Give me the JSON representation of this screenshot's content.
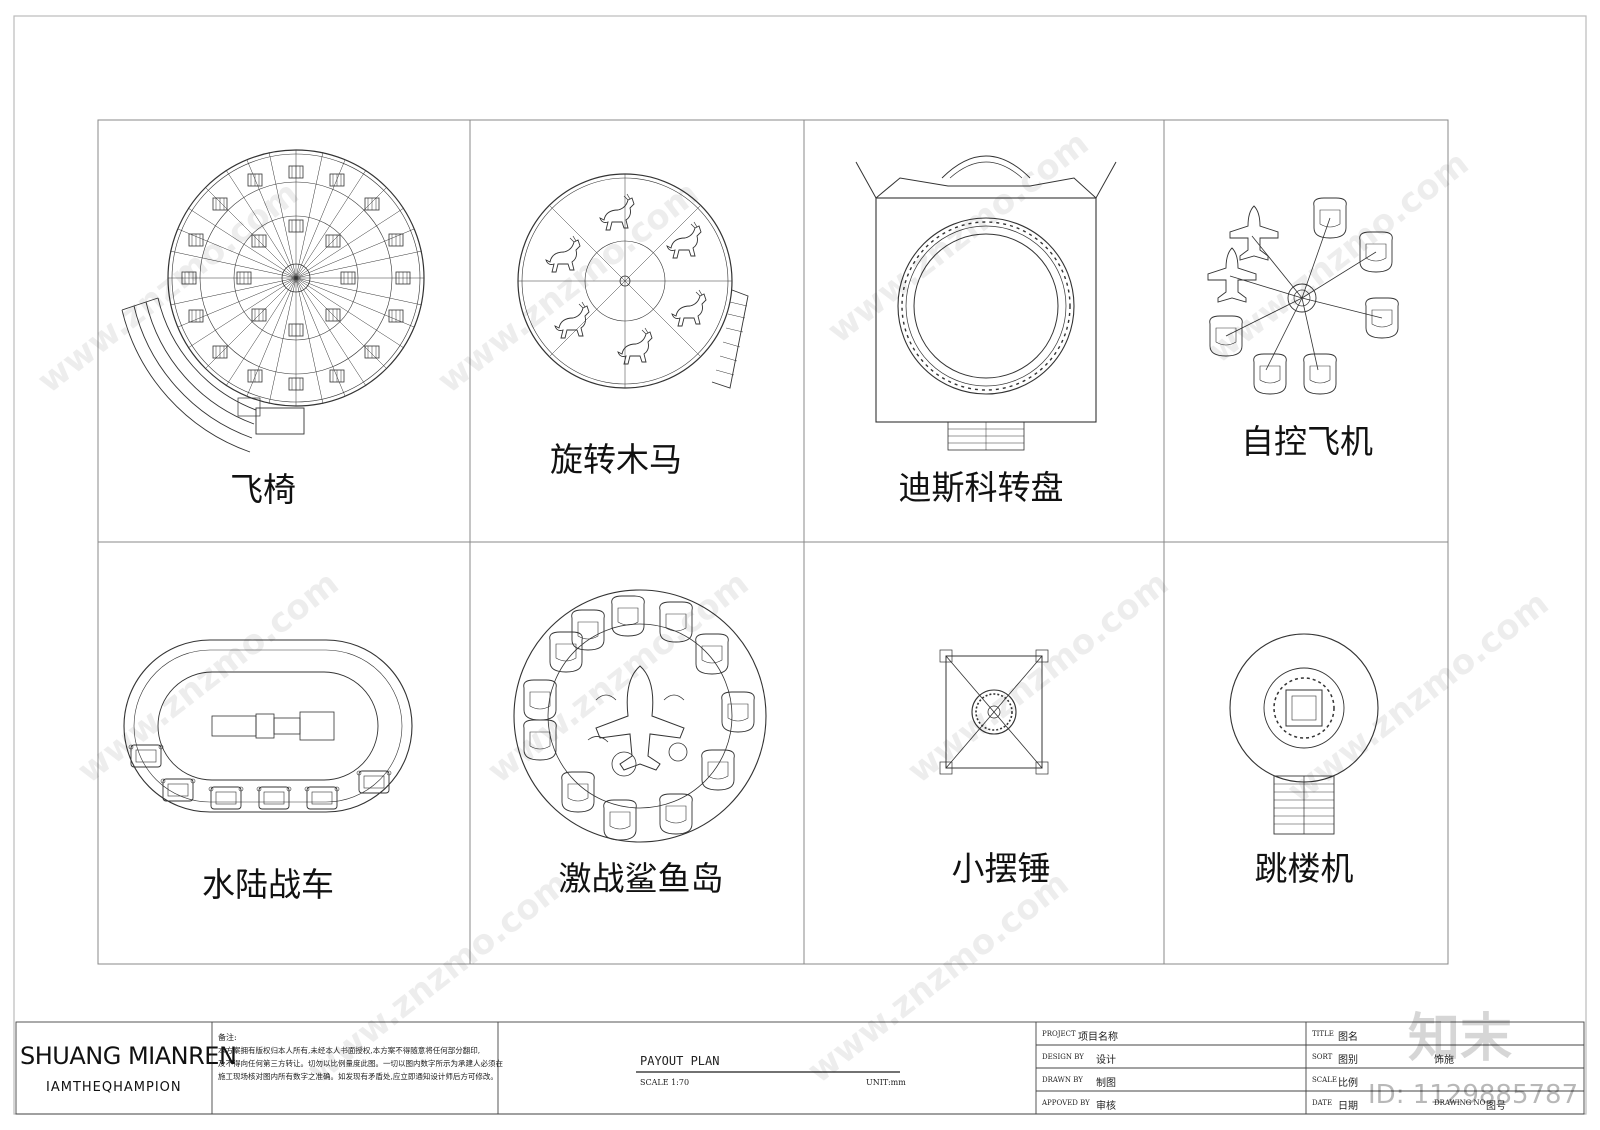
{
  "rides": {
    "r1": "飞椅",
    "r2": "旋转木马",
    "r3": "迪斯科转盘",
    "r4": "自控飞机",
    "r5": "水陆战车",
    "r6": "激战鲨鱼岛",
    "r7": "小摆锤",
    "r8": "跳楼机"
  },
  "title_block": {
    "brand": "SHUANG MIANREN",
    "brand_sub": "IAMTHEQHAMPION",
    "note_label": "备注:",
    "note_l1": "本方案拥有版权归本人所有,未经本人书面授权,本方案不得随意将任何部分翻印,",
    "note_l2": "及不得向任何第三方转让。切勿以比例量度此图。一切以图内数字所示为承建人必须在",
    "note_l3": "施工现场核对图内所有数字之准确。如发现有矛盾处,应立即通知设计师后方可修改。",
    "plan_title": "PAYOUT  PLAN",
    "scale": "SCALE   1:70",
    "unit": "UNIT:mm",
    "project_en": "PROJECT",
    "project_cn": "项目名称",
    "design_en": "DESIGN BY",
    "design_cn": "设计",
    "drawn_en": "DRAWN BY",
    "drawn_cn": "制图",
    "approved_en": "APPOVED BY",
    "approved_cn": "审核",
    "title_en": "TITLE",
    "title_cn": "图名",
    "sort_en": "SORT",
    "sort_cn": "图别",
    "sort_val": "饰施",
    "scale_en": "SCALE",
    "scale_cn": "比例",
    "date_en": "DATE",
    "date_cn": "日期",
    "drawing_no_en": "DRAWING NO",
    "drawing_no_cn": "图号"
  },
  "watermark": {
    "site": "www.znzmo.com",
    "brand_cn": "知末",
    "id_label": "ID: 1129885787"
  }
}
